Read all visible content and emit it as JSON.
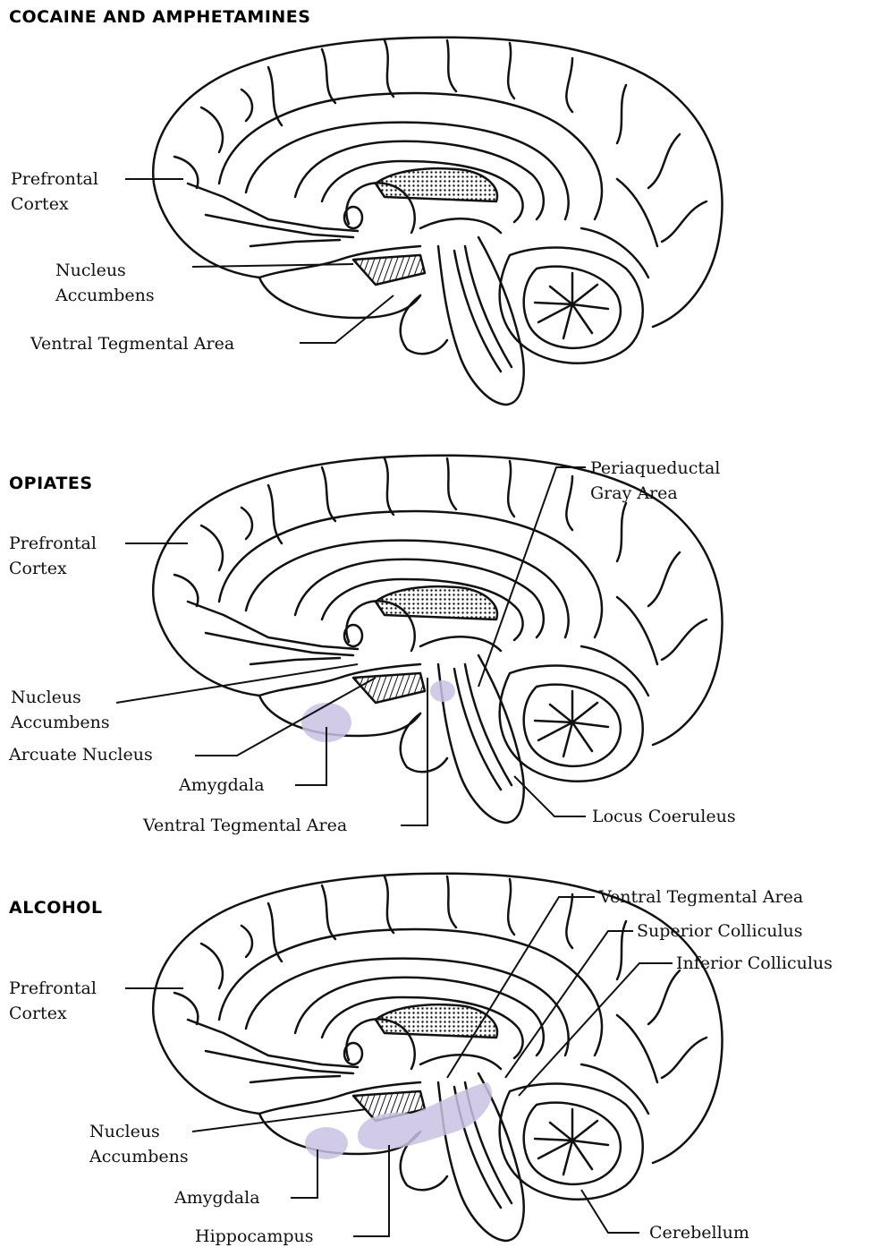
{
  "panels": [
    {
      "title": "COCAINE AND AMPHETAMINES",
      "labels": {
        "prefrontal_cortex": [
          "Prefrontal",
          "Cortex"
        ],
        "nucleus_accumbens": [
          "Nucleus",
          "Accumbens"
        ],
        "ventral_tegmental_area": "Ventral Tegmental Area"
      }
    },
    {
      "title": "OPIATES",
      "labels": {
        "periaqueductal_gray_area": [
          "Periaqueductal",
          "Gray Area"
        ],
        "prefrontal_cortex": [
          "Prefrontal",
          "Cortex"
        ],
        "nucleus_accumbens": [
          "Nucleus",
          "Accumbens"
        ],
        "arcuate_nucleus": "Arcuate Nucleus",
        "amygdala": "Amygdala",
        "ventral_tegmental_area": "Ventral Tegmental Area",
        "locus_coeruleus": "Locus Coeruleus"
      }
    },
    {
      "title": "ALCOHOL",
      "labels": {
        "ventral_tegmental_area": "Ventral Tegmental Area",
        "superior_colliculus": "Superior Colliculus",
        "inferior_colliculus": "Inferior Colliculus",
        "prefrontal_cortex": [
          "Prefrontal",
          "Cortex"
        ],
        "nucleus_accumbens": [
          "Nucleus",
          "Accumbens"
        ],
        "amygdala": "Amygdala",
        "hippocampus": "Hippocampus",
        "cerebellum": "Cerebellum"
      }
    }
  ],
  "colors": {
    "line": "#111111",
    "highlight": "#c9c2e4"
  }
}
